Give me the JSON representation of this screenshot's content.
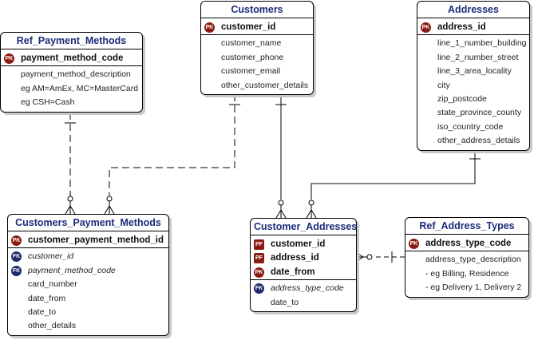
{
  "entities": {
    "ref_payment_methods": {
      "title": "Ref_Payment_Methods",
      "attrs": [
        {
          "key": "PK",
          "name": "payment_method_code"
        },
        {
          "name": "payment_method_description"
        },
        {
          "name": "eg AM=AmEx, MC=MasterCard"
        },
        {
          "name": "eg CSH=Cash"
        }
      ]
    },
    "customers": {
      "title": "Customers",
      "attrs": [
        {
          "key": "PK",
          "name": "customer_id"
        },
        {
          "name": "customer_name"
        },
        {
          "name": "customer_phone"
        },
        {
          "name": "customer_email"
        },
        {
          "name": "other_customer_details"
        }
      ]
    },
    "addresses": {
      "title": "Addresses",
      "attrs": [
        {
          "key": "PK",
          "name": "address_id"
        },
        {
          "name": "line_1_number_building"
        },
        {
          "name": "line_2_number_street"
        },
        {
          "name": "line_3_area_locality"
        },
        {
          "name": "city"
        },
        {
          "name": "zip_postcode"
        },
        {
          "name": "state_province_county"
        },
        {
          "name": "iso_country_code"
        },
        {
          "name": "other_address_details"
        }
      ]
    },
    "customers_payment_methods": {
      "title": "Customers_Payment_Methods",
      "attrs": [
        {
          "key": "PK",
          "name": "customer_payment_method_id"
        },
        {
          "key": "FK",
          "name": "customer_id"
        },
        {
          "key": "FK",
          "name": "payment_method_code"
        },
        {
          "name": "card_number"
        },
        {
          "name": "date_from"
        },
        {
          "name": "date_to"
        },
        {
          "name": "other_details"
        }
      ]
    },
    "customer_addresses": {
      "title": "Customer_Addresses",
      "attrs": [
        {
          "key": "PF",
          "name": "customer_id"
        },
        {
          "key": "PF",
          "name": "address_id"
        },
        {
          "key": "PK",
          "name": "date_from"
        },
        {
          "key": "FK",
          "name": "address_type_code"
        },
        {
          "name": "date_to"
        }
      ]
    },
    "ref_address_types": {
      "title": "Ref_Address_Types",
      "attrs": [
        {
          "key": "PK",
          "name": "address_type_code"
        },
        {
          "name": "address_type_description"
        },
        {
          "name": "- eg Billing, Residence"
        },
        {
          "name": "- eg Delivery 1, Delivery 2"
        }
      ]
    }
  },
  "key_labels": {
    "PK": "PK",
    "FK": "FK",
    "PF": "PF"
  },
  "colors": {
    "title": "#1c2b7a",
    "pk_badge": "#8b1a10",
    "fk_badge": "#1f2a6b",
    "line": "#000000",
    "shadow": "#c8c8c8"
  }
}
